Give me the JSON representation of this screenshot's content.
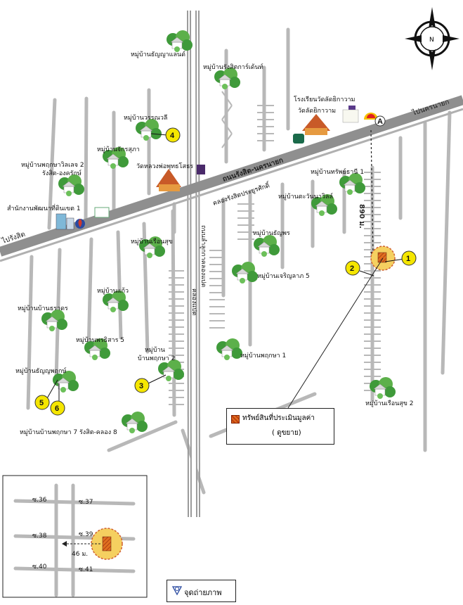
{
  "compass": {
    "label": "N"
  },
  "roads": {
    "main_road": "ถนนรังสิต-นครนายก",
    "canal": "คลองรังสิตประยูรศักดิ์",
    "to_left": "ไปรังสิต",
    "to_right": "ไปนครนายก",
    "vertical_road": "ถนนลำลูกกาคลองแปด",
    "vertical_canal": "คลองแปด",
    "distance": "890 ม."
  },
  "places": [
    {
      "name": "หมู่บ้านธัญญาแลนด์"
    },
    {
      "name": "หมู่บ้านรังสิตการ์เด้นท์"
    },
    {
      "name": "หมู่บ้านวรรณวลี"
    },
    {
      "name": "หมู่บ้านจักรสุภา"
    },
    {
      "name": "วัดหลวงพ่อพุทธโสธร"
    },
    {
      "name": "หมู่บ้านพฤกษาวิลเลจ 2\nรังสิต-องครักษ์"
    },
    {
      "name": "สำนักงานพัฒนาที่ดินเขต 1"
    },
    {
      "name": "โรงเรียนวัดลัดยิกาวาม"
    },
    {
      "name": "วัดลัดยิกาวาม"
    },
    {
      "name": "หมู่บ้านทรัพย์ธานี 1"
    },
    {
      "name": "หมู่บ้านตะวันนาวิลล์"
    },
    {
      "name": "หมู่บ้านธัญพร"
    },
    {
      "name": "หมู่บ้านเรือนสุข"
    },
    {
      "name": "หมู่บ้านเจริญลาภ 5"
    },
    {
      "name": "หมู่บ้านแก้ว"
    },
    {
      "name": "หมู่บ้านบ้านธราดร"
    },
    {
      "name": "หมู่บ้านพรธิสาร 5"
    },
    {
      "name": "หมู่บ้าน\nบ้านพฤกษา 2"
    },
    {
      "name": "หมู่บ้านพฤกษา 1"
    },
    {
      "name": "หมู่บ้านธัญญพฤกษ์"
    },
    {
      "name": "หมู่บ้านบ้านพฤกษา 7 รังสิต-คลอง 8"
    },
    {
      "name": "หมู่บ้านเรือนสุข 2"
    }
  ],
  "photo_points": [
    "1",
    "2",
    "3",
    "4",
    "5",
    "6"
  ],
  "signs": {
    "station": "A"
  },
  "legend": {
    "title": "ทรัพย์สินที่ประเมินมูลค่า",
    "subtitle": "( ดูขยาย)"
  },
  "inset": {
    "soi_labels": [
      "ซ.36",
      "ซ.37",
      "ซ.38",
      "ซ.39",
      "ซ.40",
      "ซ.41"
    ],
    "distance": "46 ม."
  },
  "photo_legend": {
    "label": "จุดถ่ายภาพ"
  },
  "colors": {
    "road": "#b8b8b8",
    "main_road": "#8f8f8f",
    "marker": "#f5c542",
    "property": "#e06a1a",
    "roof": "#c85a28",
    "tree": "#3f9a3a"
  }
}
